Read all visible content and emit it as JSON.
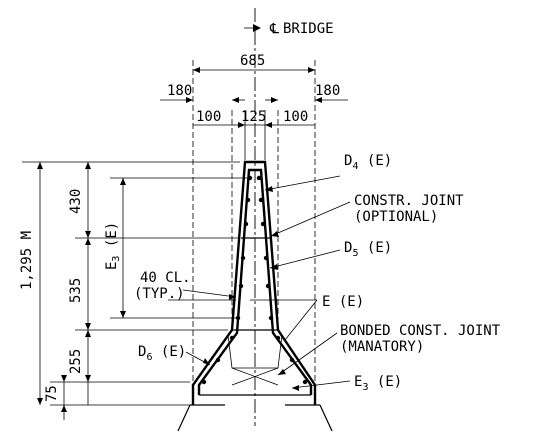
{
  "centerline": {
    "symbol": "℄",
    "label": "BRIDGE"
  },
  "dimensions": {
    "overall_width": "685",
    "side_offset_left": "180",
    "side_offset_right": "180",
    "inner_left": "100",
    "top_width": "125",
    "inner_right": "100",
    "total_height": "1,295 M",
    "upper_height": "430",
    "middle_height": "535",
    "lower_height": "255",
    "base_height": "75",
    "rebar_span": "E",
    "rebar_span_sub": "3",
    "rebar_span_suffix": " (E)"
  },
  "labels": {
    "d4_main": "D",
    "d4_sub": "4",
    "d4_suffix": " (E)",
    "constr_joint_1": "CONSTR. JOINT",
    "constr_joint_2": "(OPTIONAL)",
    "d5_main": "D",
    "d5_sub": "5",
    "d5_suffix": " (E)",
    "cover_1": "40 CL.",
    "cover_2": "(TYP.)",
    "e_label": "E (E)",
    "bonded_1": "BONDED CONST. JOINT",
    "bonded_2": "(MANATORY)",
    "d6_main": "D",
    "d6_sub": "6",
    "d6_suffix": " (E)",
    "e3_main": "E",
    "e3_sub": "3",
    "e3_suffix": " (E)"
  }
}
